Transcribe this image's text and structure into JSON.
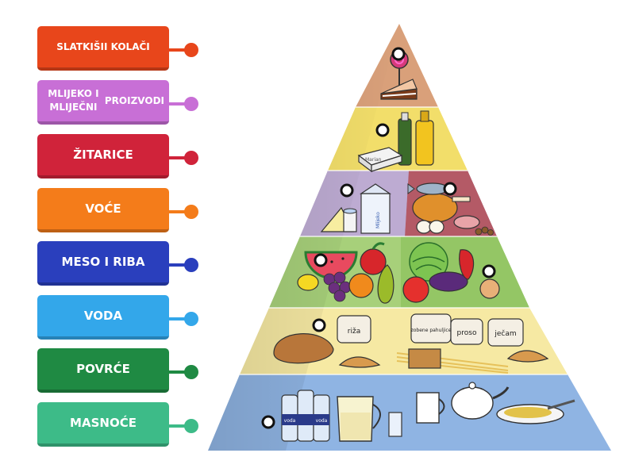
{
  "labels": [
    {
      "lines": [
        "SLATKIŠI",
        "I KOLAČI"
      ],
      "color": "#e8461b"
    },
    {
      "lines": [
        "MLIJEKO I MLIJEČNI",
        "PROIZVODI"
      ],
      "color": "#c86fd6"
    },
    {
      "lines": [
        "ŽITARICE"
      ],
      "color": "#d0233a"
    },
    {
      "lines": [
        "VOĆE"
      ],
      "color": "#f47c1a"
    },
    {
      "lines": [
        "MESO I RIBA"
      ],
      "color": "#2a3fbd"
    },
    {
      "lines": [
        "VODA"
      ],
      "color": "#33a7ea"
    },
    {
      "lines": [
        "POVRĆE"
      ],
      "color": "#1f8a43"
    },
    {
      "lines": [
        "MASNOĆE"
      ],
      "color": "#3dbb88"
    }
  ],
  "pyramid": {
    "tier_colors": [
      "#d9a07a",
      "#f2de6a",
      "#c7b6d8",
      "#a7d07a",
      "#f6e9a3",
      "#8fb4e3"
    ],
    "packaging_text": {
      "margarine": "Marian",
      "milk": "Mlijeko",
      "rice": "riža",
      "oats": "zobene pahuljice",
      "millet": "proso",
      "barley": "ječam",
      "water": "voda"
    }
  }
}
